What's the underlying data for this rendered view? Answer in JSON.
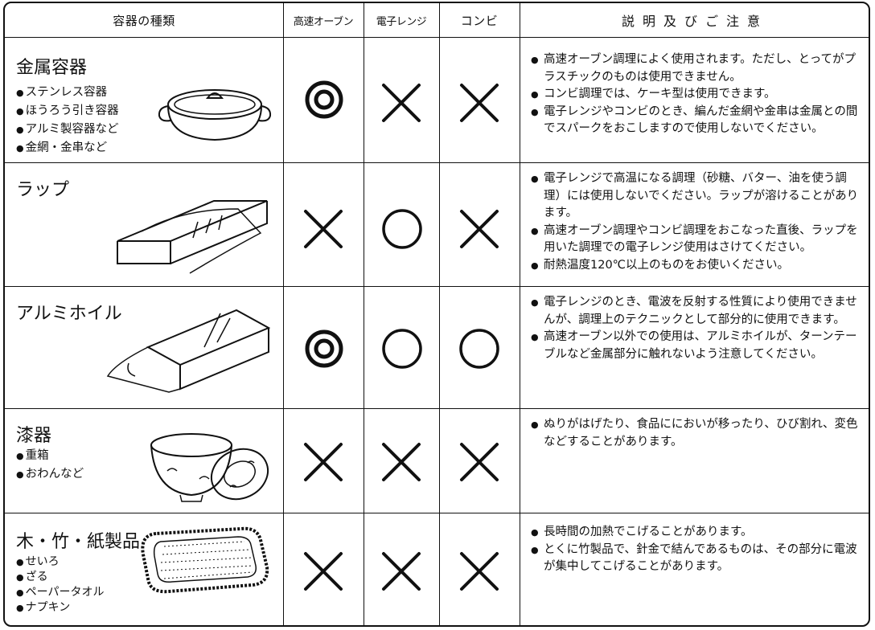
{
  "headers": {
    "type": "容器の種類",
    "oven": "高速オーブン",
    "microwave": "電子レンジ",
    "combi": "コンビ",
    "notes": "説明及びご注意"
  },
  "legend": {
    "double_circle": "◎",
    "circle": "○",
    "cross": "×"
  },
  "rows": [
    {
      "title": "金属容器",
      "items": [
        "ステンレス容器",
        "ほうろう引き容器",
        "アルミ製容器など",
        "金網・金串など"
      ],
      "illustration": "metal-pot",
      "oven": "double_circle",
      "microwave": "cross",
      "combi": "cross",
      "notes": [
        "高速オーブン調理によく使用されます。ただし、とってがプラスチックのものは使用できません。",
        "コンビ調理では、ケーキ型は使用できます。",
        "電子レンジやコンビのとき、編んだ金網や金串は金属との間でスパークをおこしますので使用しないでください。"
      ]
    },
    {
      "title": "ラップ",
      "items": [],
      "illustration": "wrap-box",
      "oven": "cross",
      "microwave": "circle",
      "combi": "cross",
      "notes": [
        "電子レンジで高温になる調理（砂糖、バター、油を使う調理）には使用しないでください。ラップが溶けることがあります。",
        "高速オーブン調理やコンビ調理をおこなった直後、ラップを用いた調理での電子レンジ使用はさけてください。",
        "耐熱温度120℃以上のものをお使いください。"
      ]
    },
    {
      "title": "アルミホイル",
      "items": [],
      "illustration": "foil-box",
      "oven": "double_circle",
      "microwave": "circle",
      "combi": "circle",
      "notes": [
        "電子レンジのとき、電波を反射する性質により使用できませんが、調理上のテクニックとして部分的に使用できます。",
        "高速オーブン以外での使用は、アルミホイルが、ターンテーブルなど金属部分に触れないよう注意してください。"
      ]
    },
    {
      "title": "漆器",
      "items": [
        "重箱",
        "おわんなど"
      ],
      "illustration": "lacquer-bowls",
      "oven": "cross",
      "microwave": "cross",
      "combi": "cross",
      "notes": [
        "ぬりがはげたり、食品ににおいが移ったり、ひび割れ、変色などすることがあります。"
      ]
    },
    {
      "title": "木・竹・紙製品",
      "items": [
        "せいろ",
        "ざる",
        "ペーパータオル",
        "ナプキン"
      ],
      "illustration": "woven-tray",
      "oven": "cross",
      "microwave": "cross",
      "combi": "cross",
      "notes": [
        "長時間の加熱でこげることがあります。",
        "とくに竹製品で、針金で結んであるものは、その部分に電波が集中してこげることがあります。"
      ]
    }
  ]
}
